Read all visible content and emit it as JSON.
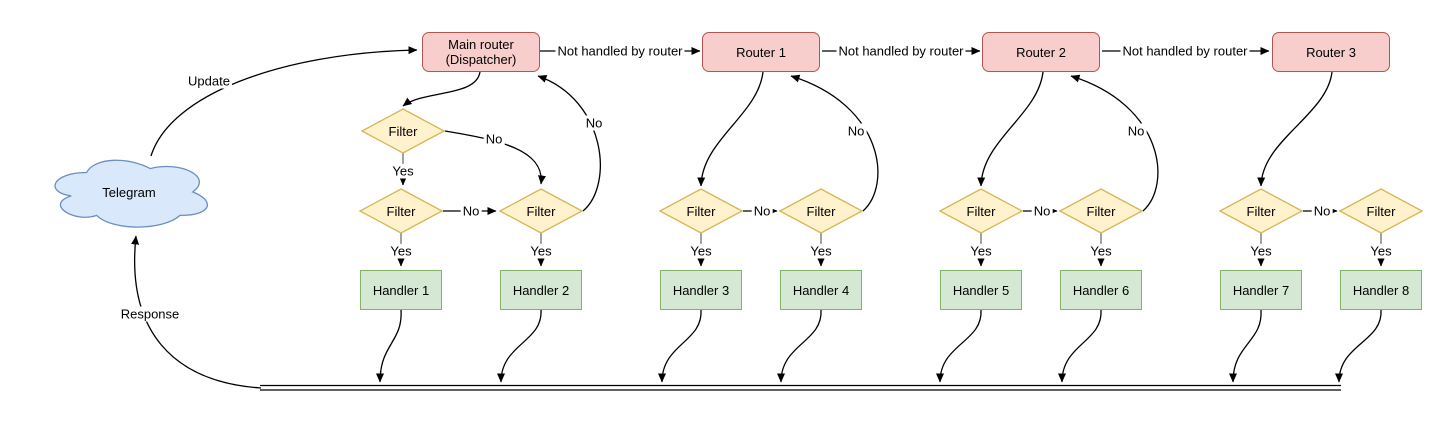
{
  "colors": {
    "router_fill": "#f8cecc",
    "router_stroke": "#b85450",
    "filter_fill": "#fff2cc",
    "filter_stroke": "#d6b656",
    "handler_fill": "#d5e8d4",
    "handler_stroke": "#82b366",
    "cloud_fill": "#dae8fc",
    "cloud_stroke": "#6c8ebf",
    "edge": "#000000",
    "edge_stub": "#999999"
  },
  "cloud": {
    "label": "Telegram"
  },
  "edge_labels": {
    "update": "Update",
    "response": "Response",
    "not_handled": "Not handled by router",
    "yes": "Yes",
    "no": "No"
  },
  "routers": [
    {
      "label": "Main router\n(Dispatcher)"
    },
    {
      "label": "Router 1"
    },
    {
      "label": "Router 2"
    },
    {
      "label": "Router 3"
    }
  ],
  "filters": {
    "label": "Filter"
  },
  "handlers": [
    {
      "label": "Handler 1"
    },
    {
      "label": "Handler 2"
    },
    {
      "label": "Handler 3"
    },
    {
      "label": "Handler 4"
    },
    {
      "label": "Handler 5"
    },
    {
      "label": "Handler 6"
    },
    {
      "label": "Handler 7"
    },
    {
      "label": "Handler 8"
    }
  ]
}
